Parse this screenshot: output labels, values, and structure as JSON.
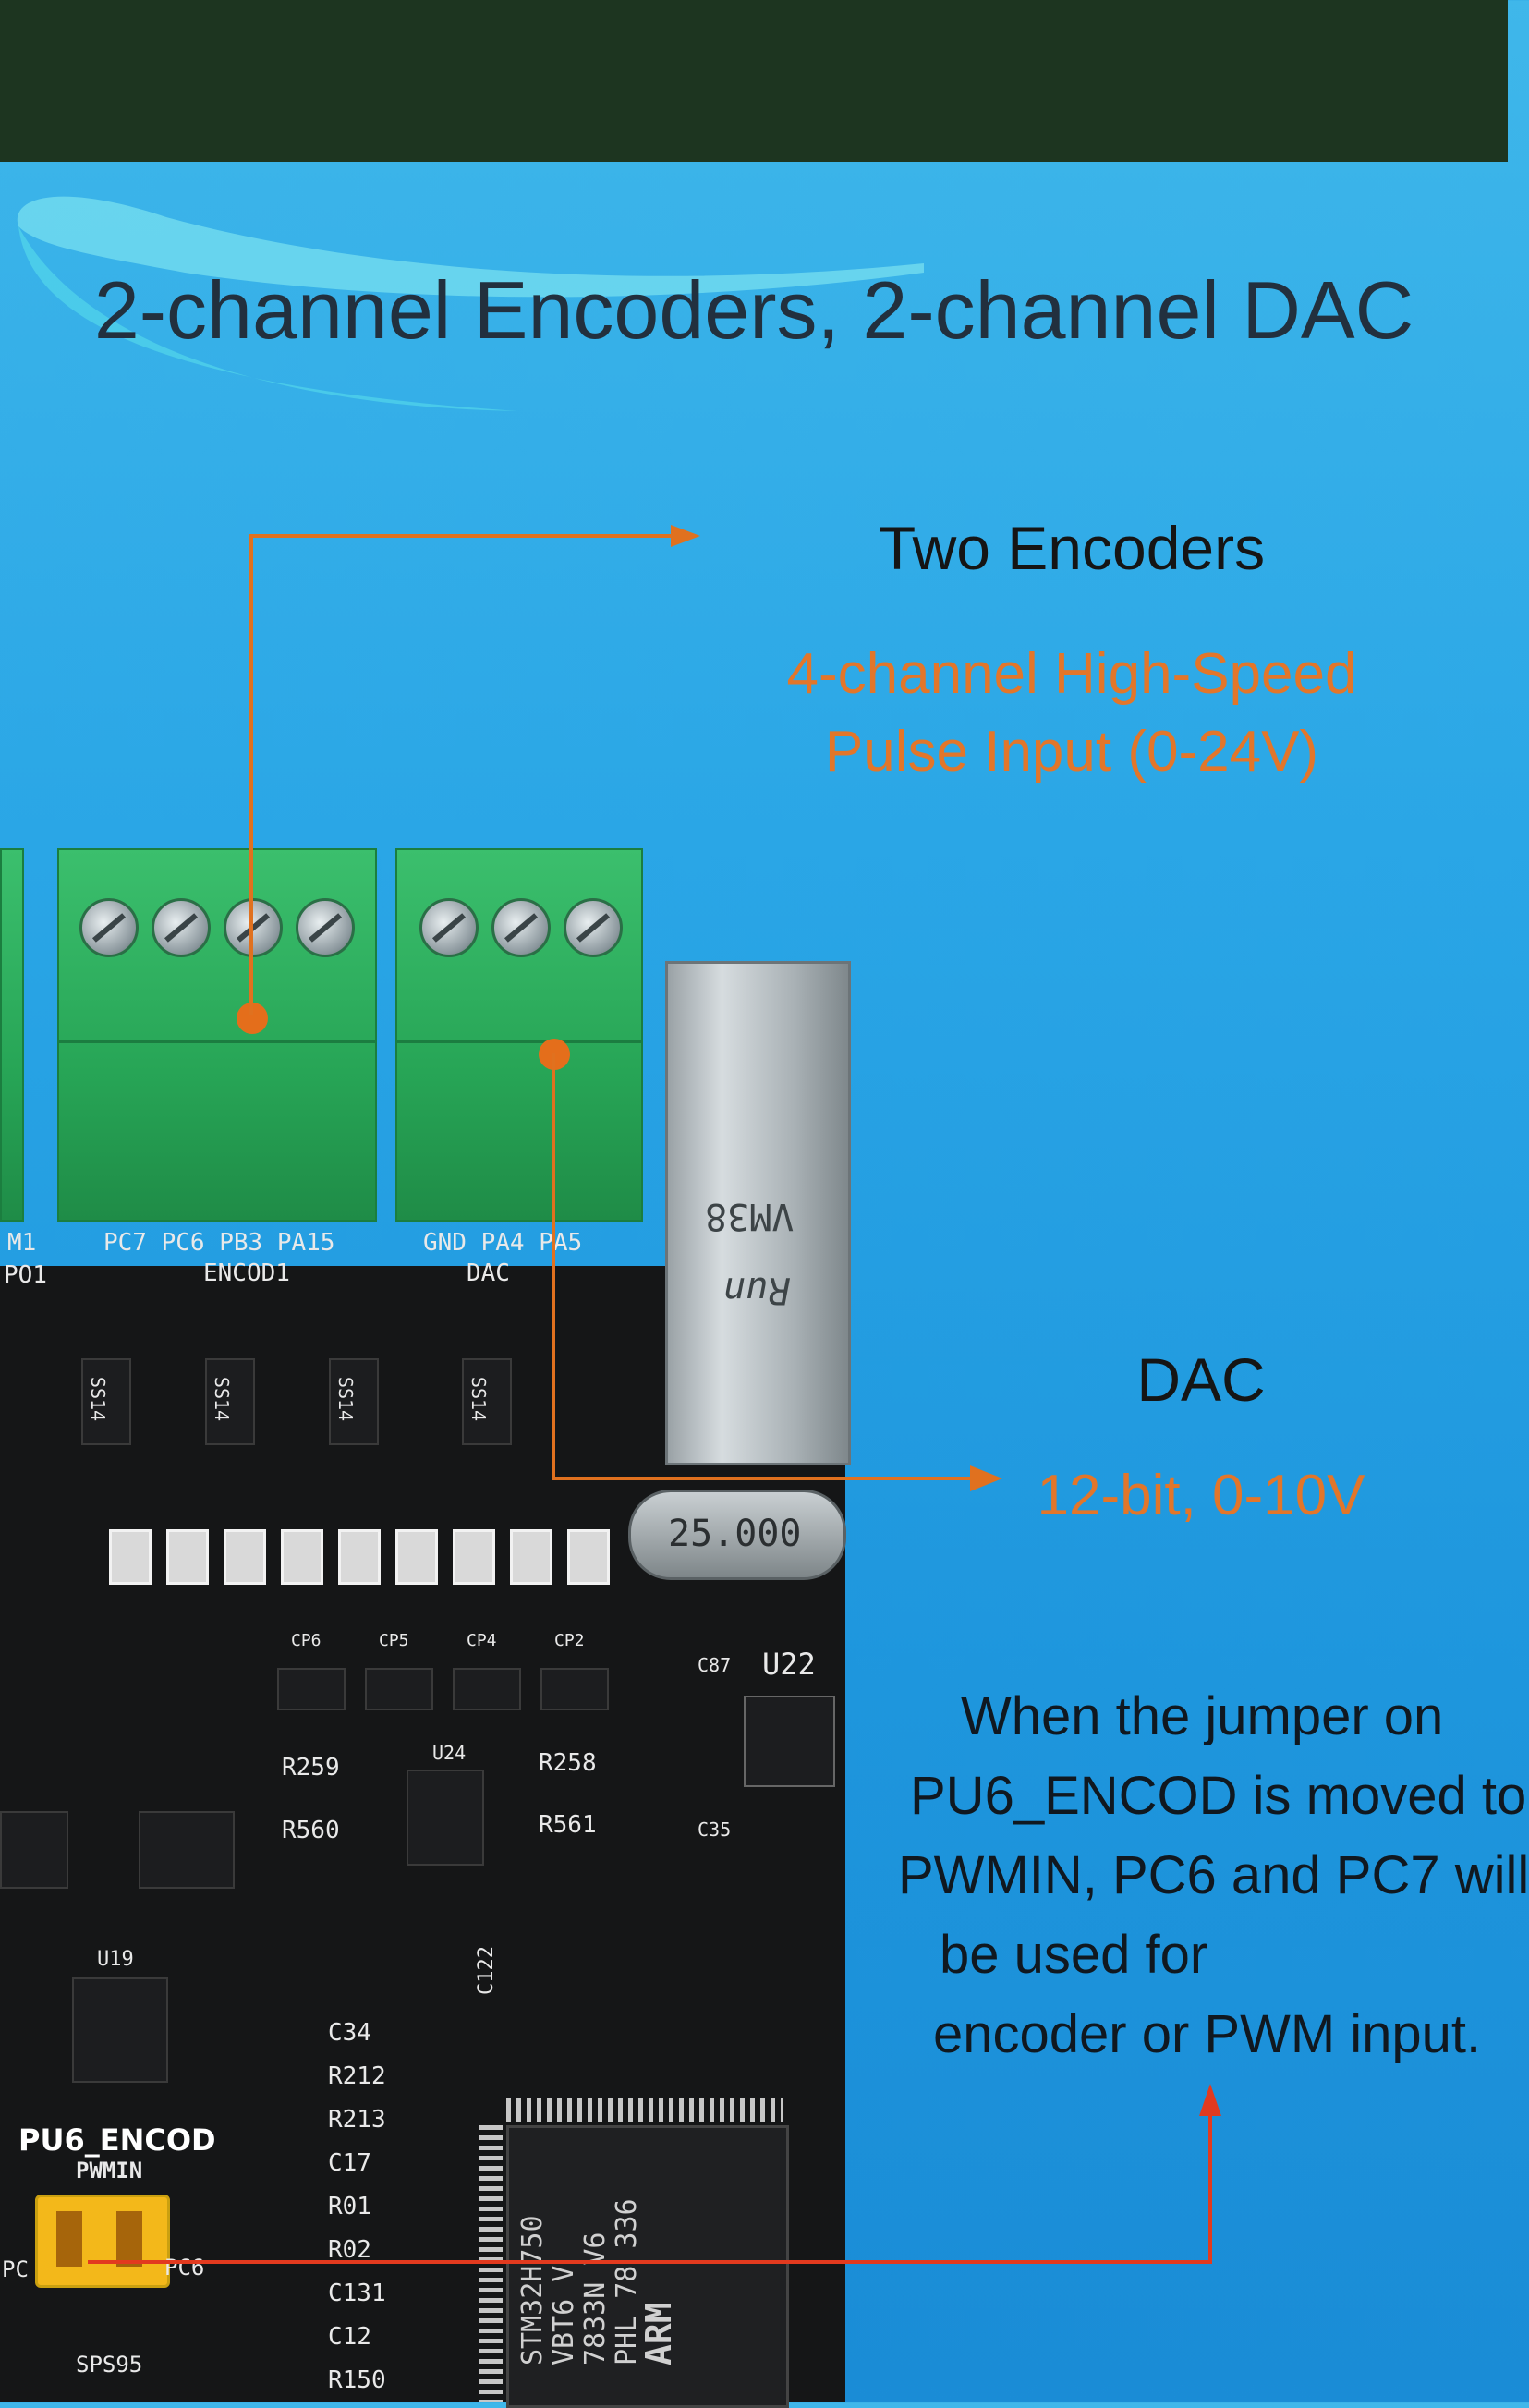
{
  "heading": "2-channel Encoders, 2-channel DAC",
  "encoders_callout": {
    "title": "Two Encoders",
    "line1": "4-channel High-Speed",
    "line2": "Pulse Input (0-24V)"
  },
  "dac_callout": {
    "title": "DAC",
    "spec": "12-bit, 0-10V"
  },
  "jumper_note": {
    "line1": "When the jumper on",
    "line2": "PU6_ENCOD is moved to",
    "line3": "PWMIN, PC6 and PC7 will",
    "line4": "be used for",
    "line5": "encoder or PWM input."
  },
  "silkscreen": {
    "encod1_pins": "PC7  PC6  PB3  PA15",
    "encod1_label": "ENCOD1",
    "dac_pins": "GND  PA4  PA5",
    "dac_label": "DAC",
    "left_pins_top": "M1",
    "left_pins_bottom": "PO1",
    "crystal_value": "25.000",
    "u22": "U22",
    "u24": "U24",
    "u19": "U19",
    "pu6_label": "PU6_ENCOD",
    "pwmin_label": "PWMIN",
    "pc6_label": "PC6",
    "pc_label": "PC",
    "sps_label": "SPS95",
    "r258": "R258",
    "r259": "R259",
    "r560": "R560",
    "r561": "R561",
    "c122": "C122",
    "c34": "C34",
    "r212": "R212",
    "r213": "R213",
    "c17": "C17",
    "r01": "R01",
    "r02": "R02",
    "c131": "C131",
    "c12": "C12",
    "r150": "R150",
    "c35": "C35",
    "c87": "C87",
    "cp6": "CP6",
    "cp5": "CP5",
    "cp4": "CP4",
    "cp2": "CP2",
    "rj45_mark1": "VM38",
    "rj45_mark2": "Run",
    "mcu_line1": "STM32H750",
    "mcu_line2": "VBT6  V",
    "mcu_line3": "7833N  V6",
    "mcu_line4": "PHL 78 336",
    "mcu_brand": "ARM",
    "ss14": "SS14"
  },
  "colors": {
    "background": "#2aa6e6",
    "top_bar": "#1d3520",
    "heading": "#22303e",
    "accent_orange": "#e2762a",
    "leader_red": "#e23a1f",
    "terminal_green": "#27a556",
    "pcb": "#151617"
  },
  "icons": {
    "encoder_terminal": "terminal-block-icon",
    "dac_terminal": "terminal-block-icon",
    "jumper": "jumper-icon"
  }
}
